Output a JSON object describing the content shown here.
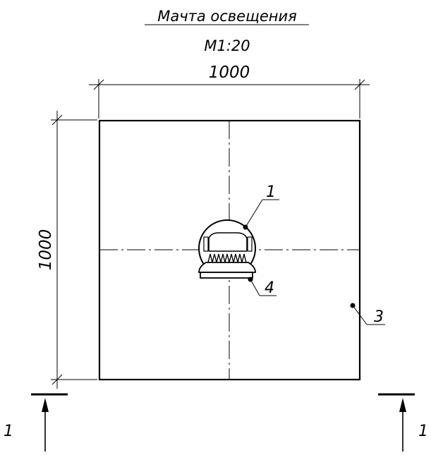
{
  "drawing": {
    "title": "Мачта освещения",
    "scale": "М1:20",
    "dim_width": "1000",
    "dim_height": "1000"
  },
  "callouts": [
    {
      "label": "1"
    },
    {
      "label": "4"
    },
    {
      "label": "3"
    }
  ],
  "section": {
    "left_label": "1",
    "right_label": "1"
  }
}
